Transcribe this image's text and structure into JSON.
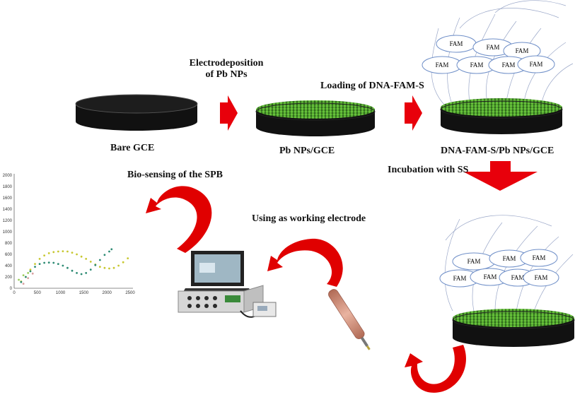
{
  "labels": {
    "bare_gce": "Bare GCE",
    "electrodeposition_line1": "Electrodeposition",
    "electrodeposition_line2": "of Pb NPs",
    "pb_nps_gce": "Pb NPs/GCE",
    "loading": "Loading of DNA-FAM-S",
    "dna_fam_s": "DNA-FAM-S/Pb NPs/GCE",
    "incubation": "Incubation with SS",
    "working_electrode": "Using as working electrode",
    "bio_sensing": "Bio-sensing of the SPB"
  },
  "fam_label": "FAM",
  "colors": {
    "arrow_red": "#e8000b",
    "disk_black": "#111111",
    "nanoparticle_green": "#4caf2c",
    "ellipse_blue": "#6f8fc8",
    "series_yellow": "#c8c832",
    "series_teal": "#2e8b74",
    "electrode_copper": "#c98872"
  },
  "chart_data": {
    "type": "scatter",
    "title": "",
    "xlabel": "",
    "ylabel": "",
    "xlim": [
      0,
      2500
    ],
    "ylim": [
      0,
      2000
    ],
    "x_ticks": [
      0,
      500,
      1000,
      1500,
      2000,
      2500
    ],
    "y_ticks": [
      0,
      200,
      400,
      600,
      800,
      1000,
      1200,
      1400,
      1600,
      1800,
      2000
    ],
    "series": [
      {
        "color": "#c8c832",
        "points": [
          [
            150,
            120
          ],
          [
            250,
            200
          ],
          [
            350,
            330
          ],
          [
            450,
            430
          ],
          [
            550,
            520
          ],
          [
            650,
            580
          ],
          [
            750,
            620
          ],
          [
            850,
            640
          ],
          [
            950,
            650
          ],
          [
            1050,
            655
          ],
          [
            1150,
            650
          ],
          [
            1250,
            630
          ],
          [
            1350,
            600
          ],
          [
            1450,
            560
          ],
          [
            1550,
            520
          ],
          [
            1650,
            470
          ],
          [
            1750,
            420
          ],
          [
            1850,
            380
          ],
          [
            1950,
            360
          ],
          [
            2050,
            350
          ],
          [
            2150,
            360
          ],
          [
            2250,
            400
          ],
          [
            2350,
            460
          ],
          [
            2450,
            530
          ]
        ]
      },
      {
        "color": "#2e8b74",
        "points": [
          [
            150,
            110
          ],
          [
            250,
            200
          ],
          [
            350,
            300
          ],
          [
            450,
            380
          ],
          [
            550,
            430
          ],
          [
            650,
            450
          ],
          [
            750,
            455
          ],
          [
            850,
            450
          ],
          [
            950,
            430
          ],
          [
            1050,
            400
          ],
          [
            1150,
            360
          ],
          [
            1250,
            310
          ],
          [
            1350,
            270
          ],
          [
            1450,
            250
          ],
          [
            1550,
            270
          ],
          [
            1650,
            330
          ],
          [
            1750,
            410
          ],
          [
            1850,
            500
          ],
          [
            1950,
            590
          ],
          [
            2050,
            650
          ],
          [
            2100,
            690
          ]
        ]
      },
      {
        "color": "#9acd5a",
        "points": [
          [
            100,
            150
          ],
          [
            200,
            230
          ],
          [
            300,
            270
          ]
        ]
      },
      {
        "color": "#d8a0a0",
        "points": [
          [
            200,
            80
          ],
          [
            300,
            180
          ],
          [
            400,
            260
          ]
        ]
      }
    ]
  }
}
